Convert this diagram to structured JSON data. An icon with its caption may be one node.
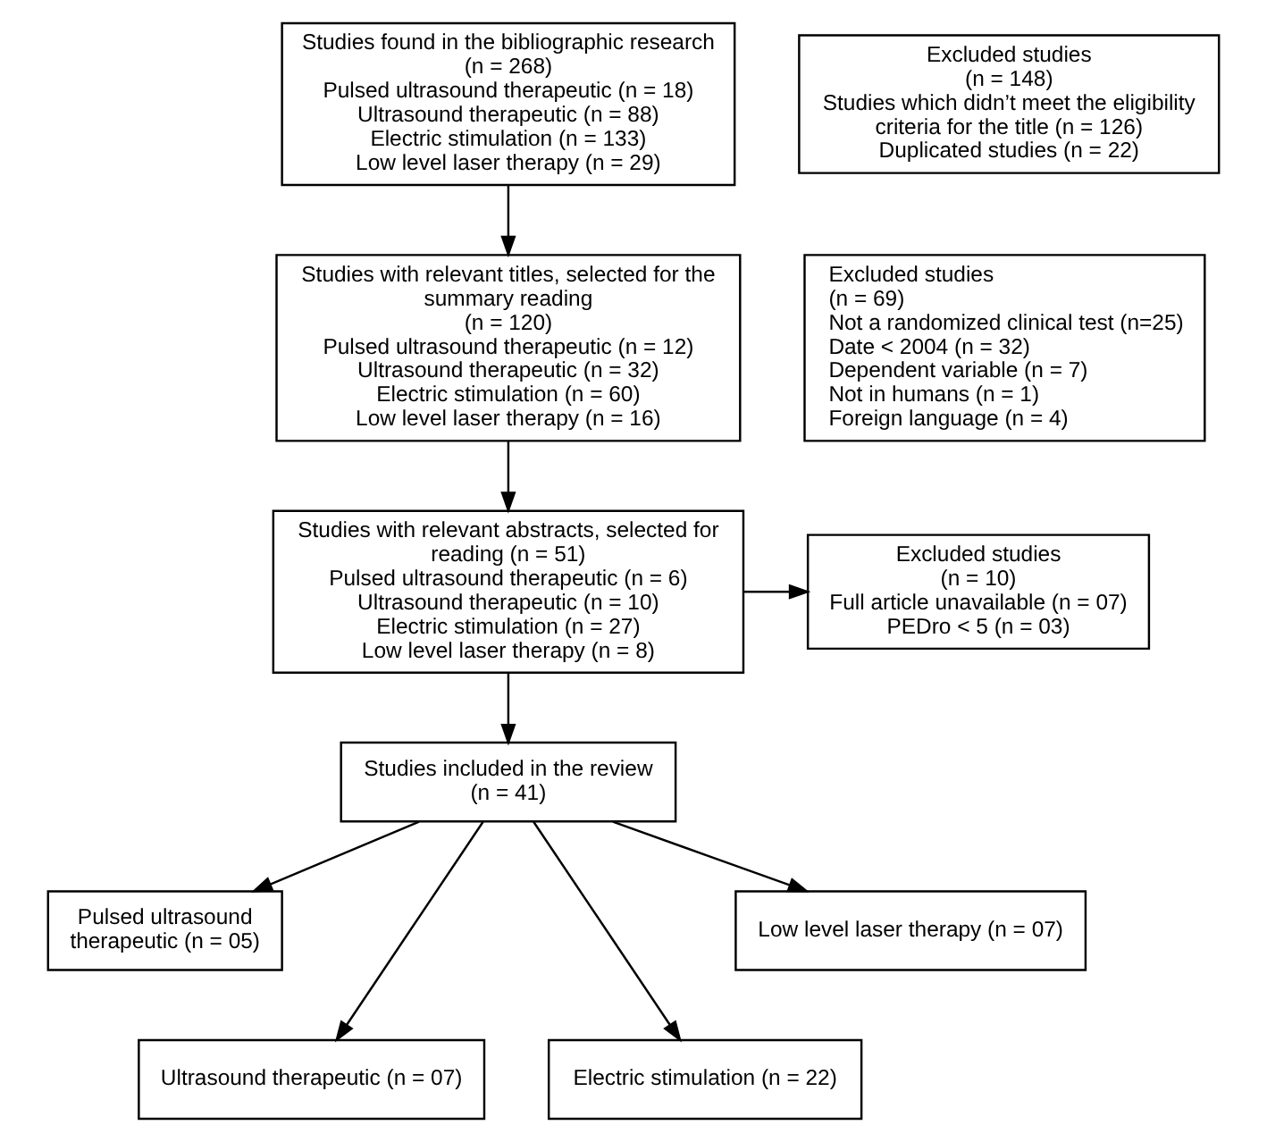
{
  "diagram": {
    "nodes": [
      {
        "text": [
          "Studies found in the bibliographic research",
          "(n = 268)",
          "Pulsed ultrasound therapeutic (n = 18)",
          "Ultrasound therapeutic (n = 88)",
          "Electric stimulation (n = 133)",
          "Low level laser therapy (n = 29)"
        ]
      },
      {
        "text": [
          "Excluded studies",
          "(n = 148)",
          "Studies which didn’t meet the eligibility criteria for the title (n = 126)",
          "Duplicated studies (n = 22)"
        ]
      },
      {
        "text": [
          "Studies with relevant titles, selected for the summary reading",
          "(n = 120)",
          "Pulsed ultrasound therapeutic (n = 12)",
          "Ultrasound therapeutic (n = 32)",
          "Electric stimulation (n = 60)",
          "Low level laser therapy (n = 16)"
        ]
      },
      {
        "text": [
          "Excluded studies",
          "(n = 69)",
          "Not a randomized clinical test (n=25)",
          "Date < 2004 (n = 32)",
          "Dependent variable (n = 7)",
          "Not in humans (n = 1)",
          "Foreign language (n = 4)"
        ]
      },
      {
        "text": [
          "Studies with relevant abstracts, selected for reading (n = 51)",
          "Pulsed ultrasound therapeutic (n = 6)",
          "Ultrasound therapeutic (n = 10)",
          "Electric stimulation (n = 27)",
          "Low level laser therapy (n = 8)"
        ]
      },
      {
        "text": [
          "Excluded studies",
          "(n = 10)",
          "Full article unavailable (n = 07)",
          "PEDro < 5 (n = 03)"
        ]
      },
      {
        "text": [
          "Studies included in the review",
          "(n = 41)"
        ]
      },
      {
        "text": [
          "Pulsed ultrasound therapeutic (n = 05)"
        ]
      },
      {
        "text": [
          "Ultrasound therapeutic (n = 07)"
        ]
      },
      {
        "text": [
          "Electric stimulation (n = 22)"
        ]
      },
      {
        "text": [
          "Low level laser therapy (n = 07)"
        ]
      }
    ],
    "edges": [
      {
        "from": 0,
        "to": 2,
        "arrow": "to"
      },
      {
        "from": 2,
        "to": 4,
        "arrow": "to"
      },
      {
        "from": 4,
        "to": 5,
        "arrow": "to"
      },
      {
        "from": 4,
        "to": 6,
        "arrow": "to"
      },
      {
        "from": 6,
        "to": 7,
        "arrow": "to"
      },
      {
        "from": 6,
        "to": 8,
        "arrow": "to"
      },
      {
        "from": 6,
        "to": 9,
        "arrow": "to"
      },
      {
        "from": 6,
        "to": 10,
        "arrow": "to"
      }
    ]
  }
}
